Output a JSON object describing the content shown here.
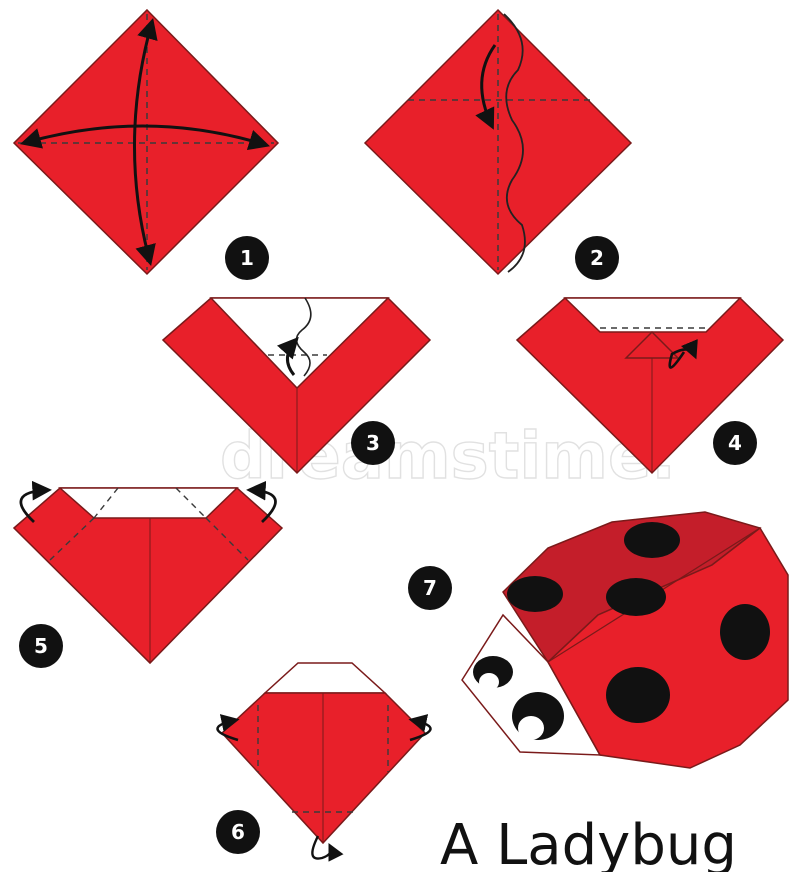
{
  "title": "A Ladybug",
  "watermark": "dreamstime.",
  "steps": [
    {
      "number": "1"
    },
    {
      "number": "2"
    },
    {
      "number": "3"
    },
    {
      "number": "4"
    },
    {
      "number": "5"
    },
    {
      "number": "6"
    },
    {
      "number": "7"
    }
  ],
  "colors": {
    "paper_red": "#e8202a",
    "paper_red_dark": "#c41e2a",
    "paper_white": "#ffffff",
    "outline": "#7a1a1a",
    "fold_line": "#3a3a3a",
    "arrow": "#111111",
    "badge": "#111111",
    "spot": "#111111"
  },
  "icons": [
    "fold-arrow-icon",
    "turn-over-arrow-icon",
    "step-badge-icon",
    "ladybug-icon"
  ]
}
